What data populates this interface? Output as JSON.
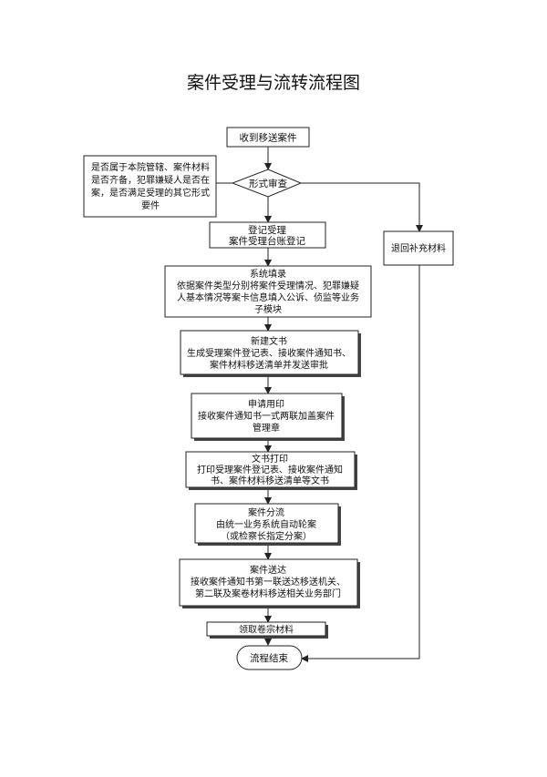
{
  "title": "案件受理与流转流程图",
  "nodes": {
    "receive": "收到移送案件",
    "review": "形式审查",
    "note": [
      "是否属于本院管辖、案件材料",
      "是否齐备，犯罪嫌疑人是否在",
      "案，是否满足受理的其它形式",
      "要件"
    ],
    "register": [
      "登记受理",
      "案件受理台账登记"
    ],
    "system": [
      "系统填录",
      "依据案件类型分别将案件受理情况、犯罪嫌疑",
      "人基本情况等案卡信息填入公诉、侦监等业务",
      "子模块"
    ],
    "newdoc": [
      "新建文书",
      "生成受理案件登记表、接收案件通知书、",
      "案件材料移送清单并发送审批"
    ],
    "seal": [
      "申请用印",
      "接收案件通知书一式两联加盖案件",
      "管理章"
    ],
    "print": [
      "文书打印",
      "打印受理案件登记表、接收案件通知",
      "书、案件材料移送清单等文书"
    ],
    "divert": [
      "案件分流",
      "由统一业务系统自动轮案",
      "（或检察长指定分案）"
    ],
    "deliver": [
      "案件送达",
      "接收案件通知书第一联送达移送机关、",
      "第二联及案卷材料移送相关业务部门"
    ],
    "collect": "领取卷宗材料",
    "end": "流程结束",
    "return": "退回补充材料"
  }
}
